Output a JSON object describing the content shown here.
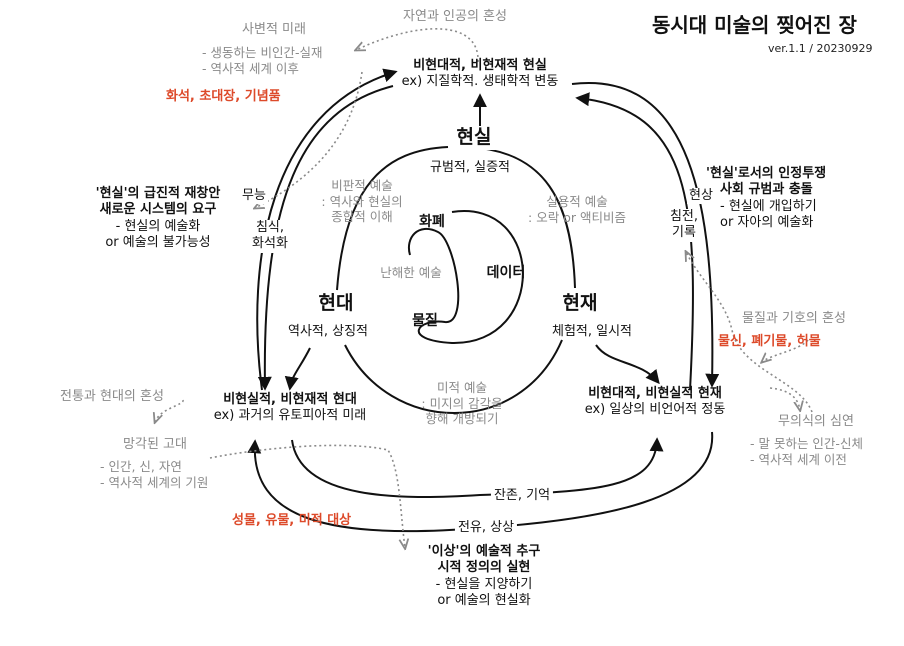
{
  "title": "동시대 미술의 찢어진 장",
  "version": "ver.1.1 / 20230929",
  "center": {
    "top": {
      "name": "현실",
      "sub": "규범적, 실증적"
    },
    "left": {
      "name": "현대",
      "sub": "역사적, 상징적"
    },
    "right": {
      "name": "현재",
      "sub": "체험적, 일시적"
    },
    "inner": {
      "hwapye": "화폐",
      "data": "데이터",
      "muljil": "물질",
      "nanhae": "난해한 예술"
    }
  },
  "arts": {
    "critical": [
      "비판적 예술",
      ": 역사와 현실의",
      "종합적 이해"
    ],
    "practical": [
      "실용적 예술",
      ": 오락 or 액티비즘"
    ],
    "aesthetic": [
      "미적 예술",
      ": 미지의 감각을",
      "향해 개방되기"
    ]
  },
  "nodes": {
    "top": {
      "title": "비현대적, 비현재적 현실",
      "sub": "ex) 지질학적. 생태학적 변동"
    },
    "left": {
      "title": "비현실적, 비현재적 현대",
      "sub": "ex) 과거의 유토피아적 미래"
    },
    "right": {
      "title": "비현대적, 비현실적 현재",
      "sub": "ex) 일상의 비언어적 정동"
    }
  },
  "arrow_labels": {
    "muneung": "무능",
    "chimsik": [
      "침식,",
      "화석화"
    ],
    "hyeonsang": "현상",
    "chimjeon": [
      "침전,",
      "기록"
    ],
    "janjon": "잔존, 기억",
    "jeonyu": "전유, 상상"
  },
  "outer": {
    "sabyeon": {
      "title": "사변적 미래",
      "items": [
        "- 생동하는 비인간-실재",
        "- 역사적 세계 이후"
      ]
    },
    "sabyeon_red": "화석, 초대장, 기념품",
    "jayeon": "자연과 인공의 혼성",
    "left_demand": {
      "title": [
        "'현실'의 급진적 재창안",
        "새로운 시스템의 요구"
      ],
      "items": [
        "- 현실의 예술화",
        "or 예술의 불가능성"
      ]
    },
    "right_struggle": {
      "title": [
        "'현실'로서의 인정투쟁",
        "사회 규범과 충돌"
      ],
      "items": [
        "- 현실에 개입하기",
        "or 자아의 예술화"
      ]
    },
    "muljil_giho": "물질과 기호의 혼성",
    "muljil_red": "물신, 폐기물, 허물",
    "jeontong": "전통과 현대의 혼성",
    "manggak": {
      "title": "망각된 고대",
      "items": [
        "- 인간, 신, 자연",
        "- 역사적 세계의 기원"
      ]
    },
    "manggak_red": "성물, 유물, 미적 대상",
    "muuisik": {
      "title": "무의식의 심연",
      "items": [
        "- 말 못하는 인간-신체",
        "- 역사적 세계 이전"
      ]
    },
    "isang": {
      "title": [
        "'이상'의 예술적 추구",
        "시적 정의의 실현"
      ],
      "items": [
        "- 현실을 지양하기",
        "or 예술의 현실화"
      ]
    }
  },
  "colors": {
    "text": "#111111",
    "gray": "#8a8a8a",
    "accent": "#dd4a2a",
    "line": "#111111"
  }
}
